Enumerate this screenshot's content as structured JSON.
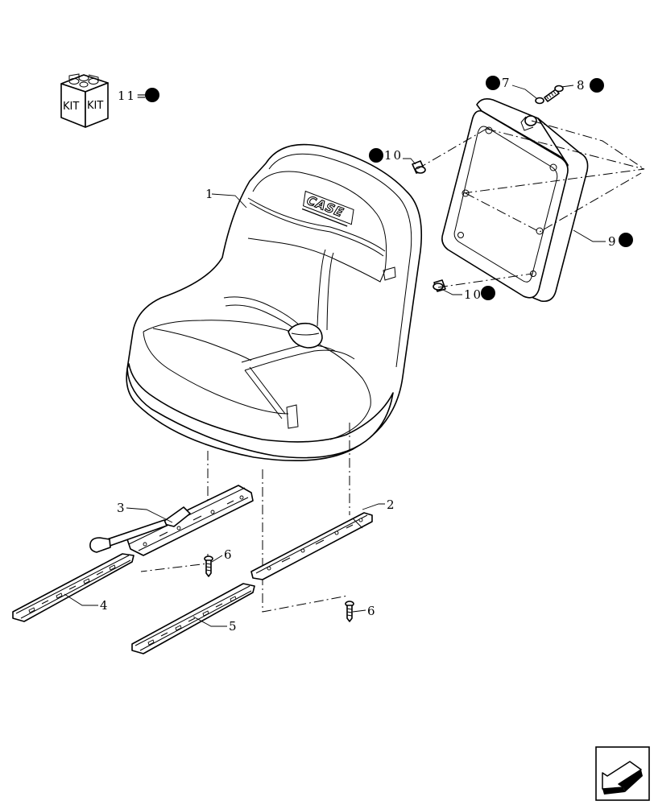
{
  "kit_icon": {
    "icon": "kit-box-icon",
    "face_left": "KIT",
    "face_right": "KIT",
    "callout": "11="
  },
  "seat": {
    "logo": "CASE"
  },
  "callouts": [
    {
      "id": "1",
      "label": "1",
      "dot": false
    },
    {
      "id": "2",
      "label": "2",
      "dot": false
    },
    {
      "id": "3",
      "label": "3",
      "dot": false
    },
    {
      "id": "4",
      "label": "4",
      "dot": false
    },
    {
      "id": "5",
      "label": "5",
      "dot": false
    },
    {
      "id": "6a",
      "label": "6",
      "dot": false
    },
    {
      "id": "6b",
      "label": "6",
      "dot": false
    },
    {
      "id": "7",
      "label": "7",
      "dot": true
    },
    {
      "id": "8",
      "label": "8",
      "dot": true
    },
    {
      "id": "9",
      "label": "9",
      "dot": true
    },
    {
      "id": "10a",
      "label": "10",
      "dot": true
    },
    {
      "id": "10b",
      "label": "10",
      "dot": true
    }
  ],
  "nav_icon": {
    "icon": "next-page-arrow-icon"
  }
}
